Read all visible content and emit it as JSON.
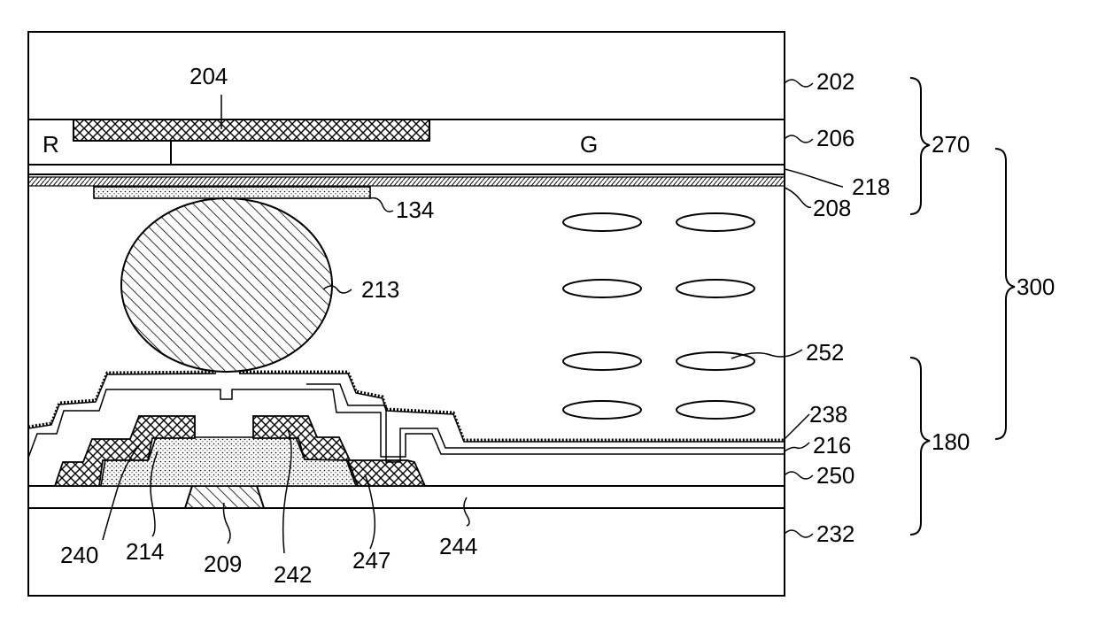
{
  "figure": {
    "layer_labels": {
      "substrate_top": "202",
      "black_matrix": "204",
      "color_filter": "206",
      "overcoat": "218",
      "upper_alignment": "208",
      "spacer_pad": "134",
      "spacer": "213",
      "liquid_crystal": "252",
      "lower_alignment": "238",
      "passivation": "216",
      "gate_insulator": "250",
      "gate_line": "244",
      "substrate_bottom": "232",
      "source": "240",
      "active": "214",
      "gate_electrode": "209",
      "drain": "242",
      "pixel_electrode": "247"
    },
    "color_labels": {
      "red": "R",
      "green": "G"
    },
    "group_labels": {
      "upper_group": "270",
      "middle_group": "300",
      "lower_group": "180"
    }
  }
}
